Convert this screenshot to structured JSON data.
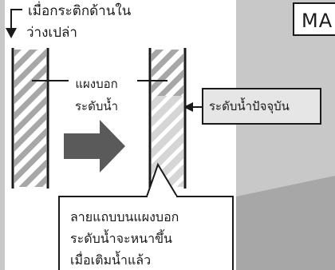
{
  "caption_top": {
    "line1": "เมื่อกระติกด้านใน",
    "line2": "ว่างเปล่า"
  },
  "gauge_label": {
    "line1": "แผงบอก",
    "line2": "ระดับน้ำ"
  },
  "current_level_label": "ระดับน้ำปัจจุบัน",
  "note": {
    "line1": "ลายแถบบนแผงบอก",
    "line2": "ระดับน้ำจะหนาขึ้น",
    "line3": "เมื่อเติมน้ำแล้ว"
  },
  "brand_partial": "MA",
  "colors": {
    "panel_bg": "#ffffff",
    "outer_bg": "#c8c8c8",
    "stripe": "#a7a7a7",
    "stripe_light": "#d6d6d6",
    "arrow": "#5a5a5a",
    "callout_bg": "#e6e6e6",
    "line": "#1a1a1a"
  }
}
